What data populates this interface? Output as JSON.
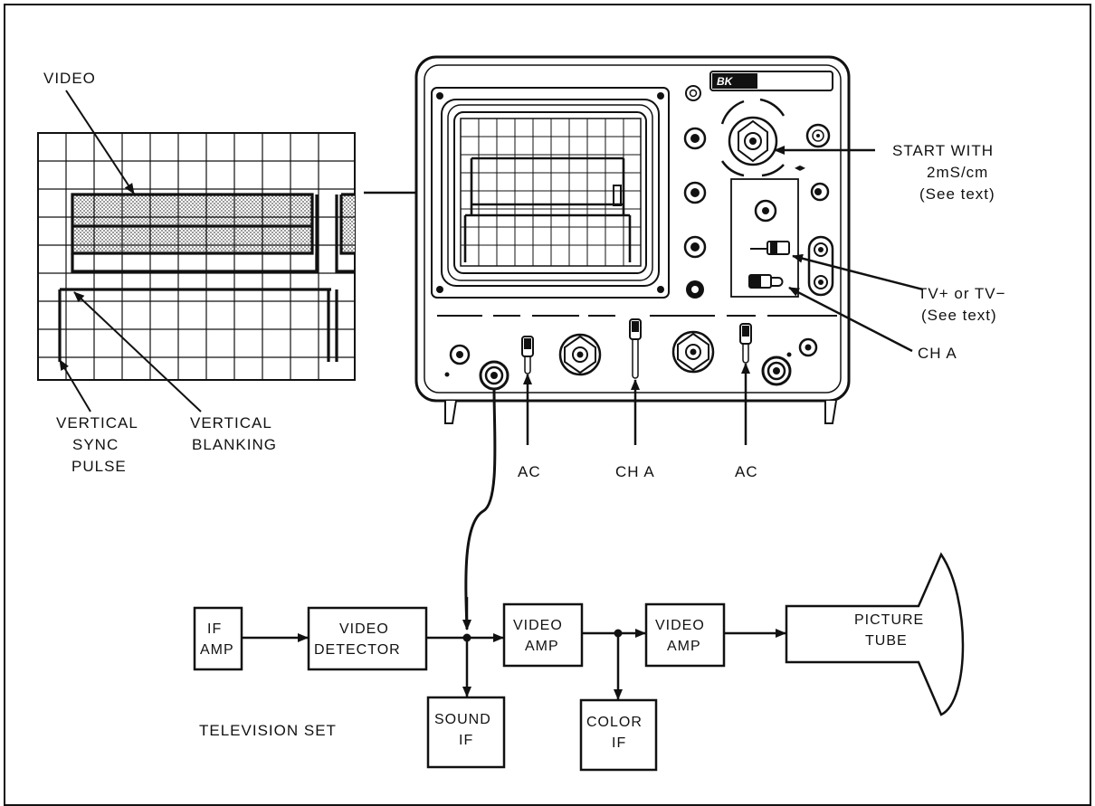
{
  "labels": {
    "video": "VIDEO",
    "vertical_sync_1": "VERTICAL",
    "vertical_sync_2": "SYNC",
    "vertical_sync_3": "PULSE",
    "vertical_blanking_1": "VERTICAL",
    "vertical_blanking_2": "BLANKING",
    "start_with_1": "START WITH",
    "start_with_2": "2mS/cm",
    "start_with_3": "(See text)",
    "tv_1": "TV+ or TV−",
    "tv_2": "(See text)",
    "cha_right": "CH A",
    "ac_left": "AC",
    "cha_bottom": "CH A",
    "ac_right": "AC",
    "brand": "BK"
  },
  "blocks": {
    "if_amp_1": "IF",
    "if_amp_2": "AMP",
    "video_detector_1": "VIDEO",
    "video_detector_2": "DETECTOR",
    "video_amp1_1": "VIDEO",
    "video_amp1_2": "AMP",
    "video_amp2_1": "VIDEO",
    "video_amp2_2": "AMP",
    "picture_tube_1": "PICTURE",
    "picture_tube_2": "TUBE",
    "sound_if_1": "SOUND",
    "sound_if_2": "IF",
    "color_if_1": "COLOR",
    "color_if_2": "IF",
    "television_set": "TELEVISION SET"
  },
  "colors": {
    "ink": "#111111",
    "paper": "#ffffff",
    "shade": "#bdbdbd"
  }
}
